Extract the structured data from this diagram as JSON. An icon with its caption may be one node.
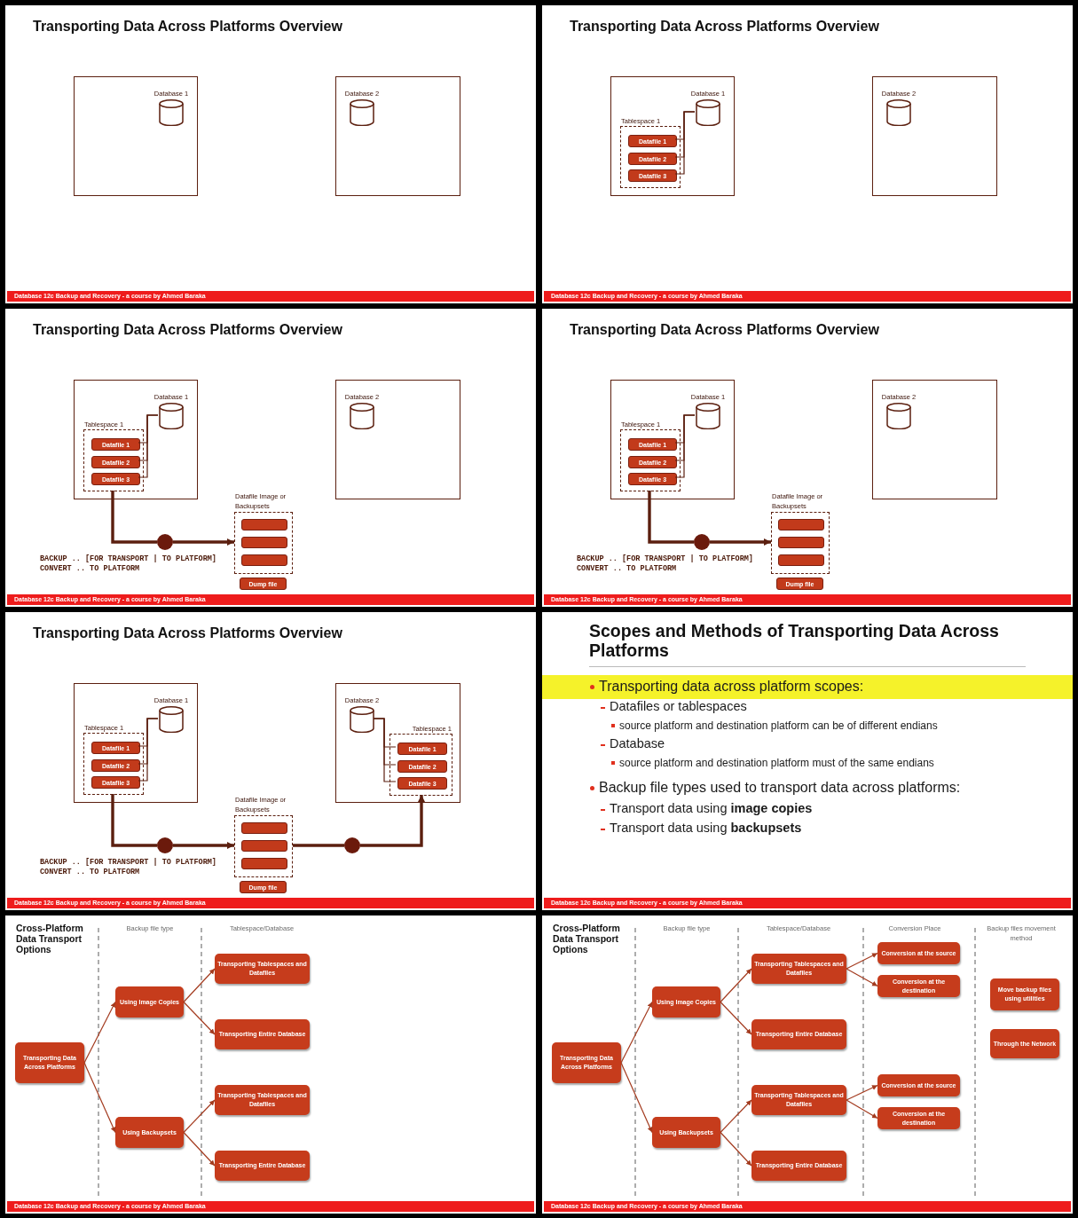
{
  "diagram": {
    "nodes": [
      {
        "text": [
          "Transporting Data Across Platforms Overview"
        ]
      },
      {
        "text": [
          "Database 12c Backup and Recovery - a course by Ahmed Baraka"
        ],
        "in": 0
      },
      {
        "text": [],
        "shape": "box",
        "in": 0
      },
      {
        "text": [
          "Database 1"
        ],
        "in": 2
      },
      {
        "text": [],
        "shape": "box",
        "in": 0
      },
      {
        "text": [
          "Database 2"
        ],
        "in": 4
      },
      {
        "text": [
          "Transporting Data Across Platforms Overview"
        ]
      },
      {
        "text": [
          "Database 12c Backup and Recovery - a course by Ahmed Baraka"
        ],
        "in": 6
      },
      {
        "text": [],
        "shape": "box",
        "in": 6
      },
      {
        "text": [
          "Database 1"
        ],
        "in": 8
      },
      {
        "text": [
          "Tablespace 1"
        ],
        "in": 8
      },
      {
        "text": [
          "Datafile 1"
        ],
        "in": 10
      },
      {
        "text": [
          "Datafile 2"
        ],
        "in": 10
      },
      {
        "text": [
          "Datafile 3"
        ],
        "in": 10
      },
      {
        "text": [],
        "shape": "box",
        "in": 6
      },
      {
        "text": [
          "Database 2"
        ],
        "in": 14
      },
      {
        "text": [
          "Transporting Data Across Platforms Overview"
        ]
      },
      {
        "text": [
          "Database 12c Backup and Recovery - a course by Ahmed Baraka"
        ],
        "in": 16
      },
      {
        "text": [],
        "shape": "box",
        "in": 16
      },
      {
        "text": [
          "Database 1"
        ],
        "in": 18
      },
      {
        "text": [
          "Tablespace 1"
        ],
        "in": 18
      },
      {
        "text": [
          "Datafile 1"
        ],
        "in": 20
      },
      {
        "text": [
          "Datafile 2"
        ],
        "in": 20
      },
      {
        "text": [
          "Datafile 3"
        ],
        "in": 20
      },
      {
        "text": [],
        "shape": "box",
        "in": 16
      },
      {
        "text": [
          "Database 2"
        ],
        "in": 24
      },
      {
        "text": [
          "Datafile Image or Backupsets"
        ],
        "in": 16
      },
      {
        "text": [],
        "shape": "bar",
        "in": 26
      },
      {
        "text": [],
        "shape": "bar",
        "in": 26
      },
      {
        "text": [],
        "shape": "bar",
        "in": 26
      },
      {
        "text": [
          "Dump file"
        ],
        "in": 16
      },
      {
        "text": [],
        "shape": "circle",
        "in": 16
      },
      {
        "text": [
          "Transporting Data Across Platforms Overview"
        ]
      },
      {
        "text": [
          "Database 12c Backup and Recovery - a course by Ahmed Baraka"
        ],
        "in": 32
      },
      {
        "text": [],
        "shape": "box",
        "in": 32
      },
      {
        "text": [
          "Database 1"
        ],
        "in": 34
      },
      {
        "text": [
          "Tablespace 1"
        ],
        "in": 34
      },
      {
        "text": [
          "Datafile 1"
        ],
        "in": 36
      },
      {
        "text": [
          "Datafile 2"
        ],
        "in": 36
      },
      {
        "text": [
          "Datafile 3"
        ],
        "in": 36
      },
      {
        "text": [],
        "shape": "box",
        "in": 32
      },
      {
        "text": [
          "Database 2"
        ],
        "in": 40
      },
      {
        "text": [
          "Datafile Image or Backupsets"
        ],
        "in": 32
      },
      {
        "text": [],
        "shape": "bar",
        "in": 42
      },
      {
        "text": [],
        "shape": "bar",
        "in": 42
      },
      {
        "text": [],
        "shape": "bar",
        "in": 42
      },
      {
        "text": [
          "Dump file"
        ],
        "in": 32
      },
      {
        "text": [],
        "shape": "circle",
        "in": 32
      },
      {
        "text": [
          "Transporting Data Across Platforms Overview"
        ]
      },
      {
        "text": [
          "Database 12c Backup and Recovery - a course by Ahmed Baraka"
        ],
        "in": 48
      },
      {
        "text": [],
        "shape": "box",
        "in": 48
      },
      {
        "text": [
          "Database 1"
        ],
        "in": 50
      },
      {
        "text": [
          "Tablespace 1"
        ],
        "in": 50
      },
      {
        "text": [
          "Datafile 1"
        ],
        "in": 52
      },
      {
        "text": [
          "Datafile 2"
        ],
        "in": 52
      },
      {
        "text": [
          "Datafile 3"
        ],
        "in": 52
      },
      {
        "text": [],
        "shape": "box",
        "in": 48
      },
      {
        "text": [
          "Database 2"
        ],
        "in": 56
      },
      {
        "text": [
          "Tablespace 1"
        ],
        "in": 56
      },
      {
        "text": [
          "Datafile 1"
        ],
        "in": 58
      },
      {
        "text": [
          "Datafile 2"
        ],
        "in": 58
      },
      {
        "text": [
          "Datafile 3"
        ],
        "in": 58
      },
      {
        "text": [
          "Datafile Image or Backupsets"
        ],
        "in": 48
      },
      {
        "text": [],
        "shape": "bar",
        "in": 62
      },
      {
        "text": [],
        "shape": "bar",
        "in": 62
      },
      {
        "text": [],
        "shape": "bar",
        "in": 62
      },
      {
        "text": [
          "Dump file"
        ],
        "in": 48
      },
      {
        "text": [],
        "shape": "circle",
        "in": 48
      },
      {
        "text": [],
        "shape": "circle",
        "in": 48
      },
      {
        "text": [
          "Scopes and Methods of Transporting Data Across Platforms"
        ]
      },
      {
        "text": [
          "Database 12c Backup and Recovery - a course by Ahmed Baraka"
        ],
        "in": 69
      },
      {
        "text": [
          "Cross-Platform Data Transport Options"
        ]
      },
      {
        "text": [
          "Database 12c Backup and Recovery - a course by Ahmed Baraka"
        ],
        "in": 71
      },
      {
        "text": [
          "Transporting Data Across Platforms"
        ],
        "in": 71
      },
      {
        "text": [
          "Using Image Copies"
        ],
        "in": 71
      },
      {
        "text": [
          "Using Backupsets"
        ],
        "in": 71
      },
      {
        "text": [
          "Transporting Tablespaces and Datafiles"
        ],
        "in": 71
      },
      {
        "text": [
          "Transporting Entire Database"
        ],
        "in": 71
      },
      {
        "text": [
          "Transporting Tablespaces and Datafiles"
        ],
        "in": 71
      },
      {
        "text": [
          "Transporting Entire Database"
        ],
        "in": 71
      },
      {
        "text": [
          "Cross-Platform Data Transport Options"
        ]
      },
      {
        "text": [
          "Database 12c Backup and Recovery - a course by Ahmed Baraka"
        ],
        "in": 80
      },
      {
        "text": [
          "Transporting Data Across Platforms"
        ],
        "in": 80
      },
      {
        "text": [
          "Using Image Copies"
        ],
        "in": 80
      },
      {
        "text": [
          "Using Backupsets"
        ],
        "in": 80
      },
      {
        "text": [
          "Transporting Tablespaces and Datafiles"
        ],
        "in": 80
      },
      {
        "text": [
          "Transporting Entire Database"
        ],
        "in": 80
      },
      {
        "text": [
          "Transporting Tablespaces and Datafiles"
        ],
        "in": 80
      },
      {
        "text": [
          "Transporting Entire Database"
        ],
        "in": 80
      },
      {
        "text": [
          "Conversion at the source"
        ],
        "in": 80
      },
      {
        "text": [
          "Conversion at the destination"
        ],
        "in": 80
      },
      {
        "text": [
          "Conversion at the source"
        ],
        "in": 80
      },
      {
        "text": [
          "Conversion at the destination"
        ],
        "in": 80
      },
      {
        "text": [
          "Move backup files using utilities"
        ],
        "in": 80
      },
      {
        "text": [
          "Through the Network"
        ],
        "in": 80
      }
    ],
    "edges": [
      {
        "from": 11,
        "to": 9,
        "arrow": "none"
      },
      {
        "from": 12,
        "to": 9,
        "arrow": "none"
      },
      {
        "from": 13,
        "to": 9,
        "arrow": "none"
      },
      {
        "from": 21,
        "to": 19,
        "arrow": "none"
      },
      {
        "from": 22,
        "to": 19,
        "arrow": "none"
      },
      {
        "from": 23,
        "to": 19,
        "arrow": "none"
      },
      {
        "from": 20,
        "to": 31,
        "arrow": "none",
        "style": "thick"
      },
      {
        "from": 31,
        "to": 26,
        "arrow": "to",
        "style": "thick"
      },
      {
        "from": 37,
        "to": 35,
        "arrow": "none"
      },
      {
        "from": 38,
        "to": 35,
        "arrow": "none"
      },
      {
        "from": 39,
        "to": 35,
        "arrow": "none"
      },
      {
        "from": 36,
        "to": 47,
        "arrow": "none",
        "style": "thick"
      },
      {
        "from": 47,
        "to": 42,
        "arrow": "to",
        "style": "thick"
      },
      {
        "from": 53,
        "to": 51,
        "arrow": "none"
      },
      {
        "from": 54,
        "to": 51,
        "arrow": "none"
      },
      {
        "from": 55,
        "to": 51,
        "arrow": "none"
      },
      {
        "from": 57,
        "to": 59,
        "arrow": "none"
      },
      {
        "from": 57,
        "to": 60,
        "arrow": "none"
      },
      {
        "from": 57,
        "to": 61,
        "arrow": "none"
      },
      {
        "from": 52,
        "to": 67,
        "arrow": "none",
        "style": "thick"
      },
      {
        "from": 67,
        "to": 62,
        "arrow": "to",
        "style": "thick"
      },
      {
        "from": 62,
        "to": 68,
        "arrow": "none",
        "style": "thick"
      },
      {
        "from": 68,
        "to": 58,
        "arrow": "to",
        "style": "thick"
      },
      {
        "from": 73,
        "to": 74,
        "arrow": "to",
        "color": "#a33a1e"
      },
      {
        "from": 73,
        "to": 75,
        "arrow": "to",
        "color": "#a33a1e"
      },
      {
        "from": 74,
        "to": 76,
        "arrow": "to",
        "color": "#a33a1e"
      },
      {
        "from": 74,
        "to": 77,
        "arrow": "to",
        "color": "#a33a1e"
      },
      {
        "from": 75,
        "to": 78,
        "arrow": "to",
        "color": "#a33a1e"
      },
      {
        "from": 75,
        "to": 79,
        "arrow": "to",
        "color": "#a33a1e"
      },
      {
        "from": 82,
        "to": 83,
        "arrow": "to",
        "color": "#a33a1e"
      },
      {
        "from": 82,
        "to": 84,
        "arrow": "to",
        "color": "#a33a1e"
      },
      {
        "from": 83,
        "to": 85,
        "arrow": "to",
        "color": "#a33a1e"
      },
      {
        "from": 83,
        "to": 86,
        "arrow": "to",
        "color": "#a33a1e"
      },
      {
        "from": 84,
        "to": 87,
        "arrow": "to",
        "color": "#a33a1e"
      },
      {
        "from": 84,
        "to": 88,
        "arrow": "to",
        "color": "#a33a1e"
      },
      {
        "from": 85,
        "to": 89,
        "arrow": "to",
        "color": "#a33a1e"
      },
      {
        "from": 85,
        "to": 90,
        "arrow": "to",
        "color": "#a33a1e"
      },
      {
        "from": 87,
        "to": 91,
        "arrow": "to",
        "color": "#a33a1e"
      },
      {
        "from": 87,
        "to": 92,
        "arrow": "to",
        "color": "#a33a1e"
      }
    ],
    "labels": [
      "BACKUP .. [FOR TRANSPORT | TO PLATFORM]",
      "CONVERT .. TO PLATFORM",
      "BACKUP .. [FOR TRANSPORT | TO PLATFORM]",
      "CONVERT .. TO PLATFORM",
      "BACKUP .. [FOR TRANSPORT | TO PLATFORM]",
      "CONVERT .. TO PLATFORM",
      "Transporting data across platform scopes:",
      "Datafiles or tablespaces",
      "source platform and destination platform can be of different endians",
      "Database",
      "source platform and destination platform must of the same endians",
      "Backup file types used to transport data across platforms:",
      "Transport data using **image copies**",
      "Transport data using **backupsets**",
      "Backup file type",
      "Tablespace/Database",
      "Backup file type",
      "Tablespace/Database",
      "Conversion Place",
      "Backup files movement method"
    ]
  }
}
